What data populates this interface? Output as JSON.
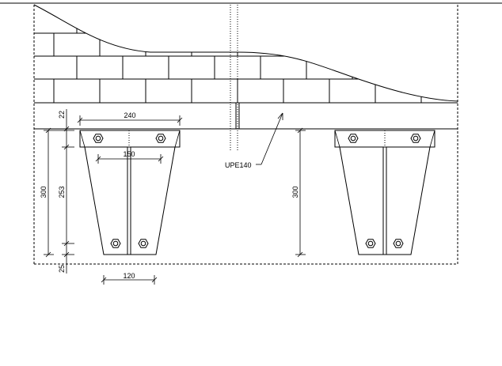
{
  "drawing": {
    "callout": {
      "label": "UPE140"
    },
    "dimensions": {
      "top_width": "240",
      "bolt_spacing_top": "150",
      "bottom_width": "120",
      "flange": "22",
      "height_total_left": "300",
      "height_web": "253",
      "bottom_gap": "25",
      "height_total_right": "300"
    },
    "colors": {
      "line": "#000000",
      "background": "#ffffff"
    }
  }
}
